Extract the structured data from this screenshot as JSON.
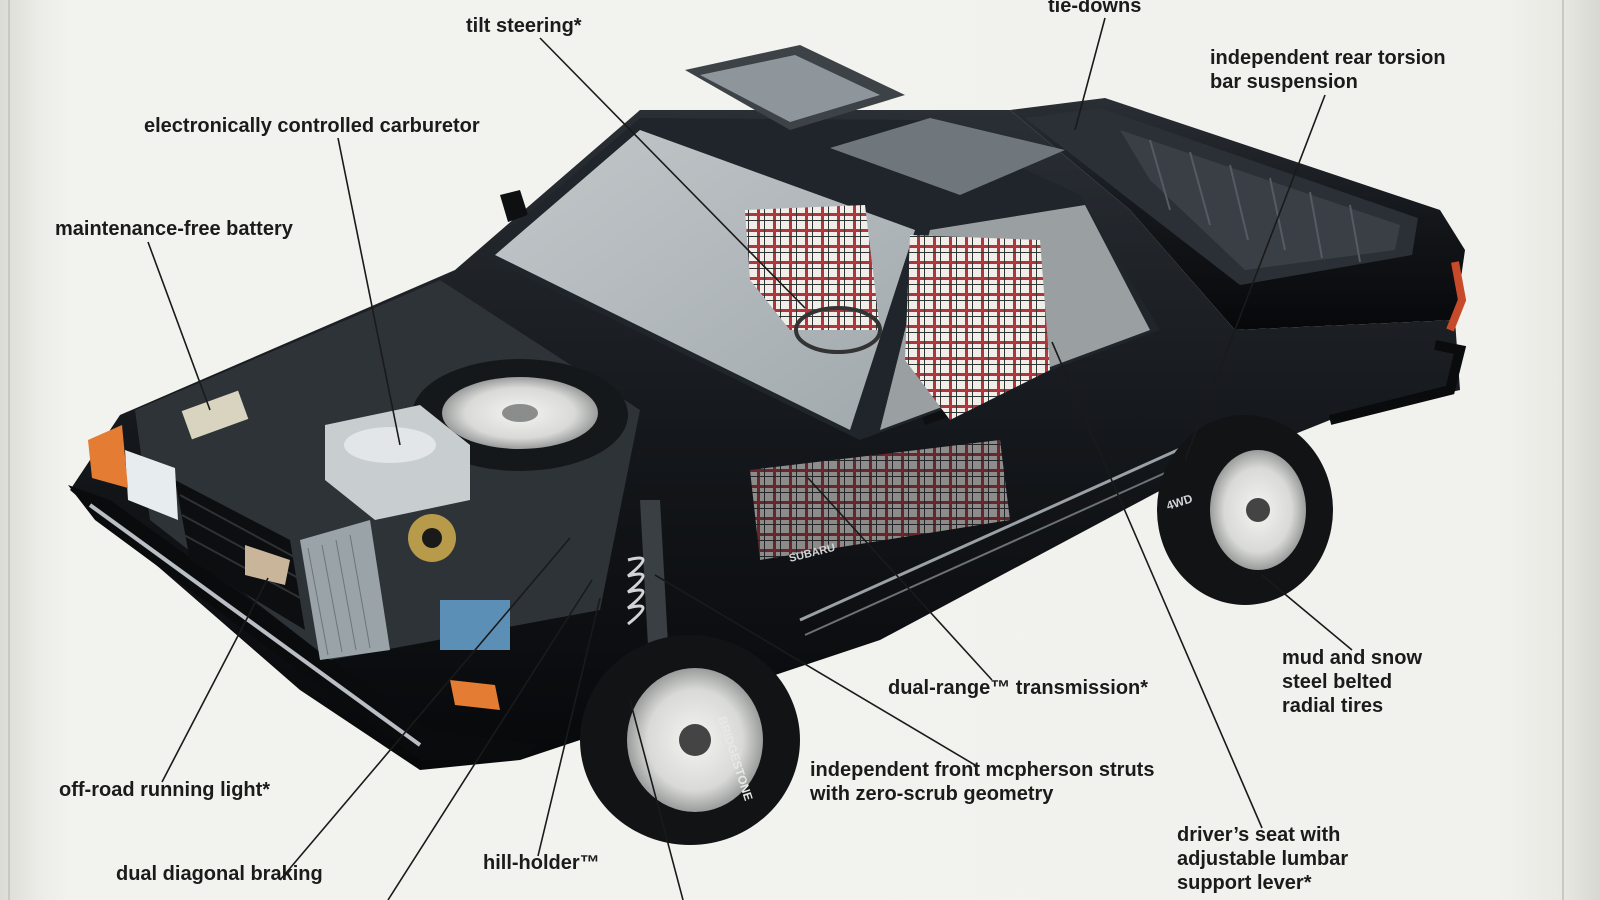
{
  "colors": {
    "body_paint": "#16191d",
    "chrome": "#b9bfc4",
    "interior_plaid_red": "#b0353d",
    "leader_line": "#1a1a1a",
    "label_text": "#1b1b1b"
  },
  "callouts": {
    "tilt_steering": "tilt steering*",
    "tie_downs": "tie-downs",
    "independent_rear_suspension": "independent rear torsion\nbar suspension",
    "carburetor": "electronically controlled carburetor",
    "battery": "maintenance-free battery",
    "mud_snow_tires": "mud and snow\nsteel belted\nradial tires",
    "dual_range_transmission": "dual-range™ transmission*",
    "front_struts": "independent front mcpherson struts\nwith zero-scrub geometry",
    "off_road_light": "off-road running light*",
    "drivers_seat": "driver’s seat with\nadjustable lumbar\nsupport lever*",
    "dual_braking": "dual diagonal braking",
    "hill_holder": "hill-holder™"
  },
  "vehicle_badges": {
    "brand": "SUBARU",
    "drive": "4WD",
    "tire_brand": "BRIDGESTONE"
  }
}
